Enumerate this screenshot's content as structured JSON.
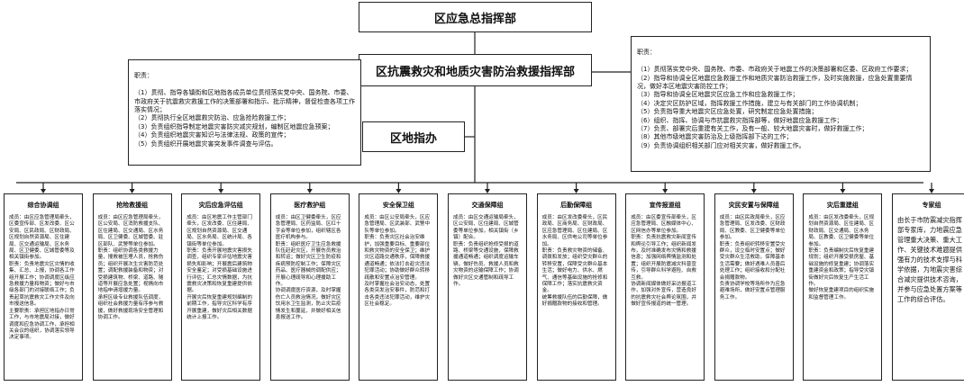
{
  "top_title": "区应急总指挥部",
  "mid_title": "区抗震救灾和地质灾害防治救援指挥部",
  "office_title": "区地指办",
  "left_duty": {
    "heading": "职责：",
    "lines": "（1）贯彻、指导各镇街和区地指各成员单位贯彻落实党中央、国务院、市委、市政府关于抗震救灾救援工作的决策部署和指示、批示精神，督促检查各项工作落实情况；\n（2）贯彻执行全区地震救灾防治、应急抢险救援工作；\n（3）负责组织指导制定地震灾害防灾减灾规划，编制区地震应急预案；\n（4）负责组织地震灾害知识与法律法规、政策的宣传；\n（5）负责组织开展地震灾害突发事件调查与评估。"
  },
  "right_duty": {
    "heading": "职责：",
    "lines": "（1）贯彻落实党中央、国务院、市委、市政府关于地震工作的决策部署和区委、区政府工作要求；\n（2）指导和协调全区地震应急救援工作和地质灾害防治救援工作，及时实施救援，应急处置重要情况，做好本区地震灾害防控工作；\n（3）指导和协调全区地震灾区应急工作和应急救援工作；\n（4）决定灾区防护区域，指挥救援工作措施，建立与有关部门的工作协调机制；\n（5）负责指导重大地震灾区应急处置，研究制定应急处置措施；\n（6）组织、指挥、协调与市抗震救灾指挥部等，做好地震应急救援工作；\n（7）负责、部署灾后重建有关工作，及有一般、较大地震灾害时，做好救援工作；\n（8）其他市级地震灾害防治及上级指挥部下达的工作；\n（9）负责协调组织相关部门应对相关灾害，做好救援工作。"
  },
  "groups": [
    {
      "title": "综合协调组",
      "body": "成员：由区应急管理局牵头，区委宣传部、区发改委、区公安局、区民政局、区财政局、区规划自然资源局、区住建局、区交通运输局、区水务局、区卫健委、区城管委等及相关镇街参加。\n职责：负责地震灾区灾情的收集、汇总、上报，协调各工作组开展工作；协调调度区级应急救援力量和物资；做好与市级各部门的对接联络工作；负责起草抗震救灾工作文件及向市报送信息。\n主要职责：承担区地指办日常工作，与市地震局对接，做好调度和应急协调工作，承担相关会议的组织，协调落实领导决定事项。"
    },
    {
      "title": "抢险救援组",
      "body": "成员：由区应急管理局牵头，区公安局、区消防救援支队、区住建局、区交通局、区水务局、区卫健委、区城管委、驻区部队、武警等单位参加。\n职责：组织协调各类救援力量，搜救被压埋人员，抢救伤员；组织开展次生灾害防范处置；调配救援装备和物资；对受损建筑物、桥梁、道路、隧道等开展应急处置；视情向市地指申请增援力量。\n承担区级专业救援队伍调度，组织社会救援力量有序参与救援，做好救援现场安全管理和协调工作。"
    },
    {
      "title": "灾后应急评估组",
      "body": "成员：由区地震工作主管部门牵头，区发改委、区住建局、区规划自然资源局、区交通局、区水务局、区统计局、各镇街等单位参加。\n职责：负责开展地震灾害损失调查，组织专家评估地震灾害损失和影响；开展震后建筑物安全鉴定；对受损基础设施进行评估；汇总灾情数据，为抗震救灾决策和恢复重建提供依据。\n开展灾后恢复重建规划编制的前期工作，指导灾区科学有序开展重建，做好灾后相关数据统计上报工作。"
    },
    {
      "title": "医疗救护组",
      "body": "成员：由区卫健委牵头，区应急管理局、区药监局、区红十字会等单位参加，组织辖区各医疗机构参与。\n职责：组织医疗卫生应急救援队伍赶赴灾区，开展伤员救治和转运；做好灾区卫生防疫和疾病预防控制工作；保障灾区药品、医疗器械的调配供应；开展心理疏导和心理援助工作。\n协调调度医疗资源，及时掌握伤亡人员救治情况，做好灾区饮用水卫生监测，防止灾后疫情发生和蔓延，并做好相关信息报送工作。"
    },
    {
      "title": "安全保卫组",
      "body": "成员：由区公安局牵头，区应急管理局、区武装部、武警中队等单位参加。\n职责：负责灾区社会治安维护，加强重要目标、重要部位和救灾物资的安全保卫；维护灾区道路交通秩序，保障救援通道畅通；依法打击趁灾违法犯罪活动；协助做好群众转移疏散和安置点治安管理。\n及时掌握社会治安动态，处置各类突发治安事件，防范和打击各类违法犯罪活动，维护灾区社会稳定。"
    },
    {
      "title": "交通保障组",
      "body": "成员：由区交通运输局牵头，区公安局、区住建局、区城管委等单位参加，相关镇街（乡镇）配合。\n职责：负责组织抢修受损的道路、桥梁等交通设施，保障救援通道畅通；组织调度运输车辆，做好伤员、救援人员和救灾物资的运输保障工作；协调做好灾区交通管制和疏导工作。"
    },
    {
      "title": "后勤保障组",
      "body": "成员：由区发改委牵头，区民政局、区商务局、区财政局、区应急管理局、区住建局、区水务局、区供电公司等单位参加。\n职责：负责救灾物资的储备、调拨和发放；组织受灾群众的转移安置，保障受灾群众基本生活；做好电力、供水、燃气、通信等基础设施的抢修和保障工作；落实抗震救灾资金。\n统筹救援队伍的后勤保障，做好捐赠款物的接收和管理。"
    },
    {
      "title": "宣传报道组",
      "body": "成员：由区委宣传部牵头，区应急管理局、区融媒体中心、区网信办等单位参加。\n职责：负责抗震救灾新闻宣传和舆论引导工作；组织新闻发布，及时准确发布灾情和救援信息；加强网络舆情监测和处置；组织开展防震减灾科普宣传，引导群众科学避险、自救互救。\n协调新闻媒体做好采访报道工作，加强对外宣传，营造良好的抗震救灾社会舆论氛围，并做好宣传报道的统一管理。"
    },
    {
      "title": "灾民安置与保障组",
      "body": "成员：由区民政局牵头，区应急管理局、区发改委、区财政局、区教委、区卫健委等单位参加。\n职责：负责组织转移安置受灾群众，设立临时安置点；做好受灾群众生活救助，保障基本生活需要；做好遇难人员善后处理工作；组织接收和分配社会捐赠款物。\n负责协调学校等场所作为应急避难场所，做好安置点管理服务工作。"
    },
    {
      "title": "灾后重建组",
      "body": "成员：由区发改委牵头，区规划自然资源局、区住建局、区财政局、区交通局、区水务局、区教委、区卫健委等单位参加。\n职责：负责编制灾后恢复重建规划；组织开展受损房屋、基础设施的修复重建；协调落实重建资金和政策；指导受灾镇街做好灾后恢复生产生活工作。\n做好恢复重建项目的组织实施和监督管理工作。"
    },
    {
      "title": "专家组",
      "body": "由长于市防震减灾指挥部专家库，力地震应急管理重大决策、重大工作、关键技术难题提供强有力的技术支撑与科学依据，为地震灾害综合减灾提供技术咨询，并参与应急处置方案等工作的综合评估。"
    }
  ]
}
